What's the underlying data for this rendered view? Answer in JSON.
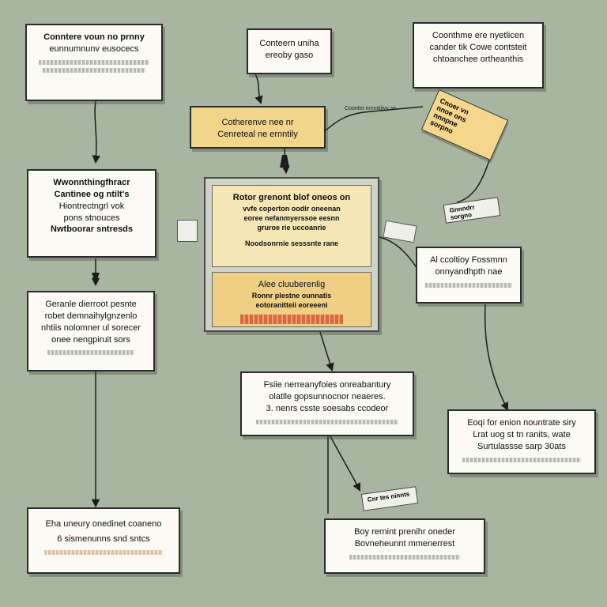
{
  "nodes": {
    "n1": {
      "lines": [
        "Conntere voun no prnny",
        "eunnumnunv eusocecs"
      ]
    },
    "n2": {
      "lines": [
        "Conteern uniha",
        "ereoby gaso"
      ]
    },
    "n3": {
      "lines": [
        "Coonthme ere nyetlicen",
        "cander tik Cowe contsteit",
        "chtoanchee ortheanthis"
      ]
    },
    "n4": {
      "lines": [
        "Cotherenve nee nr",
        "Cenreteal ne ernntily"
      ]
    },
    "n5": {
      "lines": [
        "Wwonnthingfhracr",
        "Cantinee og ntilt's",
        "Hiontrectngrl vok",
        "pons stnouces",
        "Nwtboorar sntresds"
      ]
    },
    "n6": {
      "lines": [
        "Geranle dierroot pesnte",
        "robet demnaihylgnzenlo",
        "nhtiis nolomner ul sorecer",
        "onee nengpiruit sors"
      ]
    },
    "n7": {
      "lines": [
        "Al ccoltioy Fossmnn",
        "onnyandhpth nae"
      ]
    },
    "n8": {
      "lines": [
        "Fsiie nerreanyfoies onreabantury",
        "olatlle gopsunnocnor neaeres.",
        "3. nenrs csste soesabs ccodeor"
      ]
    },
    "n9": {
      "lines": [
        "Eoqi for enion nountrate siry",
        "Lrat uog st tn ranits, wate",
        "Surtulassse sarp 30ats"
      ]
    },
    "n10": {
      "lines": [
        "Eha uneury onedinet coaneno",
        "6 sismenunns snd sntcs"
      ]
    },
    "n11": {
      "lines": [
        "Boy rernint prenihr oneder",
        "Bovneheunnt mmenerrest"
      ]
    }
  },
  "panel": {
    "top": {
      "lines": [
        "Rotor grenont blof oneos on",
        "vvfe coperton oodir oneenan",
        "eoree nefanmyerssoe eesnn",
        "gruroe rie uccoanrie",
        "Noodsonrnie sesssnte rane"
      ]
    },
    "bottom": {
      "lines": [
        "Alee cluuberenlig",
        "Ronnr plestne ounnatis",
        "eotoranitteii eoreeeni"
      ]
    }
  },
  "tags": {
    "tag_top": {
      "lines": [
        "Cnoer vn",
        "nnoe ons",
        "nnnpne",
        "sorpno"
      ]
    },
    "note_right": {
      "text": "Gnnndrr sorgno"
    },
    "note_bottom": {
      "text": "Cnr tes ninnts"
    },
    "label_top_line": {
      "text": "Coontot nnnntiiivy se"
    }
  },
  "colors": {
    "background": "#a8b5a0",
    "box": "#fbfaf5",
    "accent_yellow": "#f1d58b",
    "panel": "#cdd3c7",
    "line": "#1c1c1c"
  }
}
